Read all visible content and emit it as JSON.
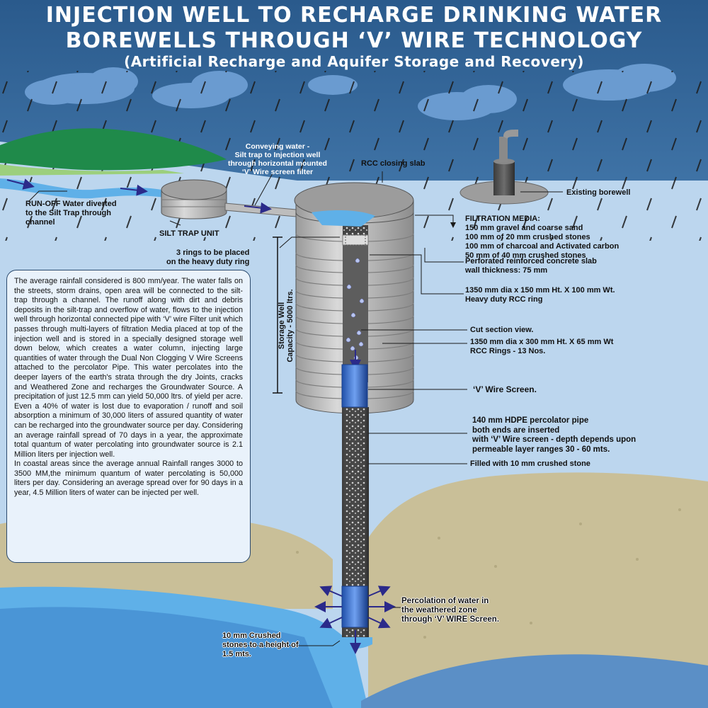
{
  "title": {
    "line1": "INJECTION WELL TO RECHARGE DRINKING WATER",
    "line2": "BOREWELLS THROUGH ‘V’ WIRE TECHNOLOGY",
    "subtitle": "(Artificial Recharge and Aquifer Storage and Recovery)"
  },
  "labels": {
    "runoff": "RUN-OFF Water diverted\nto the Silt Trap through\nchannel",
    "silt_trap": "SILT TRAP UNIT",
    "conveying": "Conveying water -\nSilt trap to Injection well\nthrough horizontal mounted\n‘V’ Wire screen filter",
    "rcc_slab": "RCC closing slab",
    "existing_borewell": "Existing borewell",
    "filtration_media": "FILTRATION MEDIA:\n150 mm gravel and coarse sand\n100 mm of 20 mm crushed stones\n100 mm of charcoal and Activated carbon\n50 mm of 40 mm crushed stones",
    "rings": "3 rings to be placed\non the heavy duty ring",
    "perforated_slab": "Perforated reinforced concrete slab\nwall thickness: 75 mm",
    "heavy_ring": "1350 mm dia x 150 mm Ht. X 100 mm Wt.\nHeavy duty RCC ring",
    "storage_well": "Storage Well\nCapacity - 5000 ltrs.",
    "cut_section": "Cut section view.",
    "rcc_rings": "1350 mm dia x 300 mm Ht. X 65 mm Wt\nRCC Rings - 13 Nos.",
    "v_wire_screen": "‘V’ Wire Screen.",
    "percolator_pipe": "140 mm HDPE percolator pipe\nboth ends are inserted\nwith ‘V’ Wire screen - depth depends upon\npermeable layer ranges 30 - 60 mts.",
    "filled_stone": "Filled with 10 mm crushed stone",
    "percolation": "Percolation of water in\nthe weathered zone\nthrough ‘V’ WIRE Screen.",
    "crushed_stones": "10 mm Crushed\nstones to a height of\n1.5 mts."
  },
  "description": {
    "para1": "The average rainfall considered is 800 mm/year. The water falls on the streets, storm drains, open area will be connected to the silt-trap through a channel.  The runoff along with dirt and debris deposits in the silt-trap and overflow of water, flows to the injection well through horizontal connected pipe  with ‘V’ wire Filter unit which passes through multi-layers of filtration Media placed at top of the injection well and is stored in a specially designed storage well down below, which creates a water column, injecting large quantities of water through the Dual Non Clogging V Wire Screens attached to the percolator Pipe. This water percolates into the deeper layers of the earth's strata through the dry Joints, cracks and Weathered Zone and recharges the Groundwater Source. A precipitation of just 12.5 mm can yield 50,000 ltrs. of yield per acre.  Even a 40% of water is lost due to evaporation / runoff and soil absorption a minimum of 30,000 liters of assured quantity of water can be recharged into the groundwater source per day. Considering an average rainfall spread of 70 days in a year, the approximate total quantum of water percolating into groundwater source is 2.1 Million liters per injection well.",
    "para2": "In coastal areas since the average annual Rainfall ranges 3000 to 3500 MM,the minimum quantum of water percolating is 50,000 liters per day. Considering an average spread over for 90 days in a year, 4.5 Million liters of water can be injected per well."
  },
  "colors": {
    "sky_dark": "#2f5f8f",
    "sky_light": "#bcd6ee",
    "cloud": "#6a9bd0",
    "hill": "#1f8a4a",
    "soil": "#c9bf98",
    "water": "#5fb0e8",
    "concrete": "#b4b4b4"
  }
}
